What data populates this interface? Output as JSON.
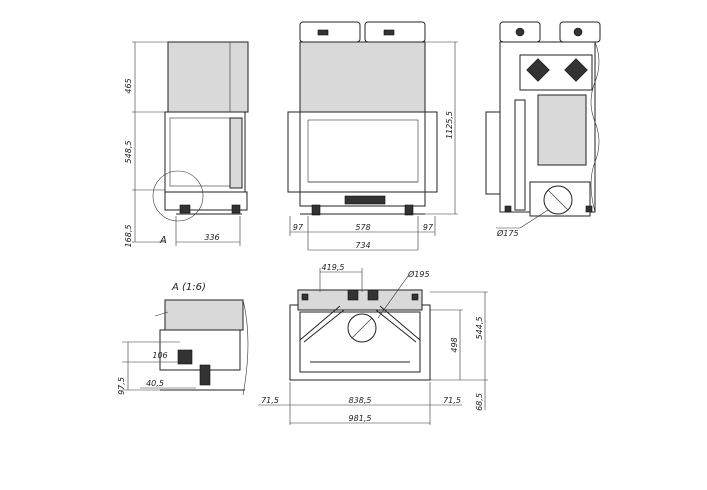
{
  "drawing": {
    "dimensions": {
      "side_top_height": "465",
      "side_mid_height": "548,5",
      "side_bottom_height": "168,5",
      "side_depth": "336",
      "front_total_height": "1125,5",
      "front_left_offset": "97",
      "front_opening_width": "578",
      "front_right_offset": "97",
      "front_total_width": "734",
      "rear_outlet_diameter": "Ø175",
      "top_flue_offset": "419,5",
      "top_flue_diameter": "Ø195",
      "top_depth_inner": "498",
      "top_depth_outer": "544,5",
      "top_left_margin": "71,5",
      "top_inner_width": "838,5",
      "top_right_margin": "71,5",
      "top_front_offset": "68,5",
      "top_total_width": "981,5",
      "detail_height_106": "106",
      "detail_width_40": "40,5",
      "detail_height_97": "97,5"
    },
    "labels": {
      "detail_marker": "A",
      "detail_title": "A (1:6)"
    }
  }
}
